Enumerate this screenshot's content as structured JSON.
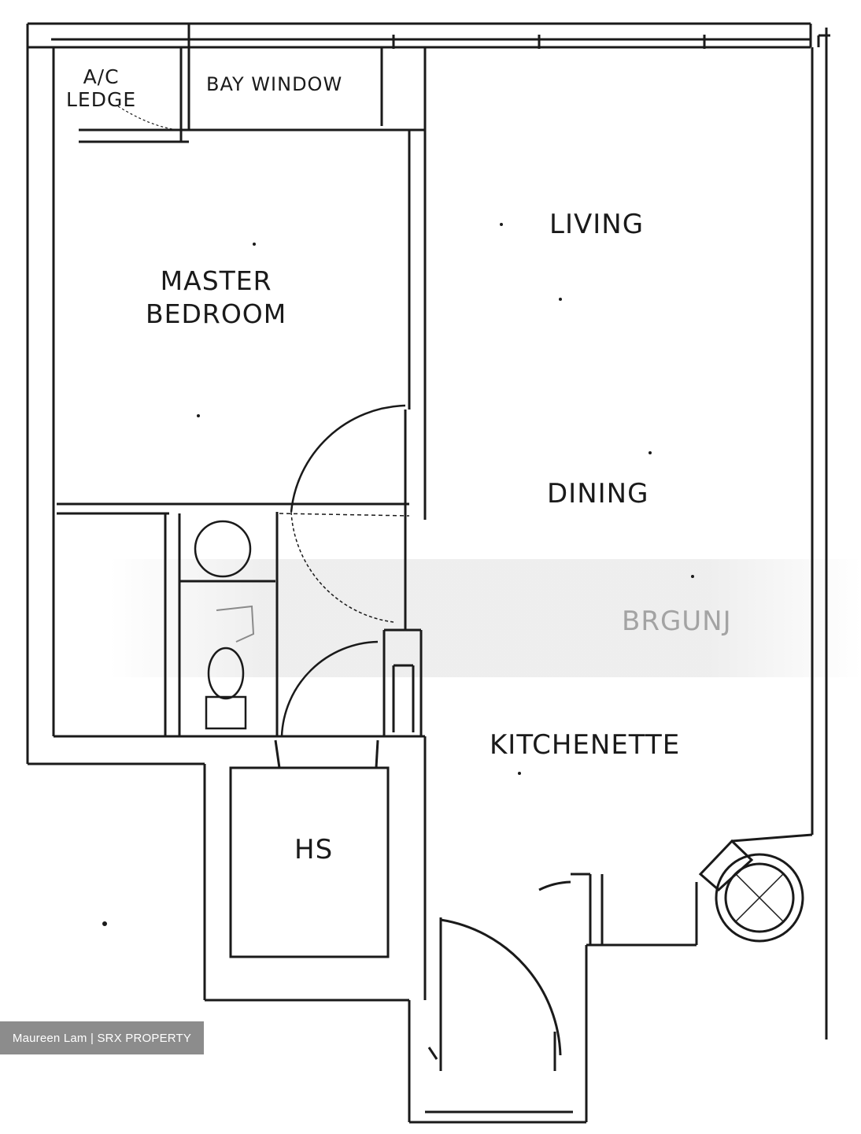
{
  "rooms": {
    "ac_ledge": [
      "A/C",
      "LEDGE"
    ],
    "bay_window": "BAY WINDOW",
    "master_bedroom": [
      "MASTER",
      "BEDROOM"
    ],
    "living": "LIVING",
    "dining": "DINING",
    "kitchenette": "KITCHENETTE",
    "hs": "HS"
  },
  "watermark_text": "BRGUNJ",
  "credit": "Maureen Lam | SRX PROPERTY",
  "colors": {
    "line": "#1a1a1a",
    "credit_bg": "#8c8c8c",
    "credit_text": "#ffffff"
  }
}
